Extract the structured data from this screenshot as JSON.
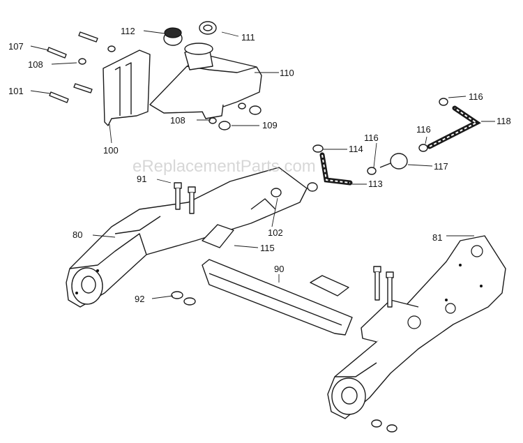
{
  "watermark": "eReplacementParts.com",
  "labels": {
    "p80": "80",
    "p81": "81",
    "p90": "90",
    "p91": "91",
    "p92": "92",
    "p100": "100",
    "p101": "101",
    "p102": "102",
    "p107": "107",
    "p108a": "108",
    "p108b": "108",
    "p109": "109",
    "p110": "110",
    "p111": "111",
    "p112": "112",
    "p113": "113",
    "p114": "114",
    "p115": "115",
    "p116a": "116",
    "p116b": "116",
    "p116c": "116",
    "p117": "117",
    "p118": "118"
  }
}
